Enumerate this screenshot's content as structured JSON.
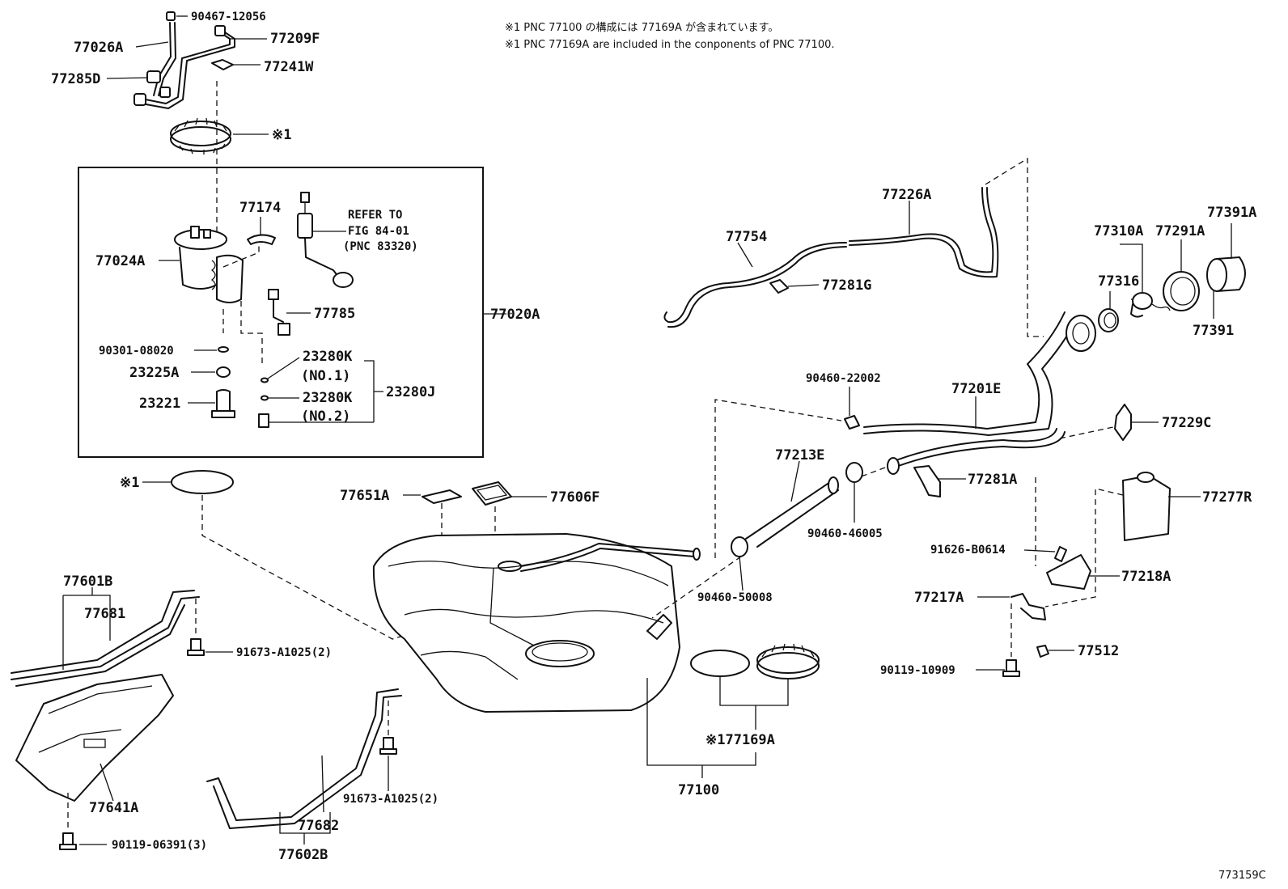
{
  "notes": {
    "line1": "※1 PNC 77100 の構成には 77169A が含まれています。",
    "line2": "※1 PNC 77169A are included in the conponents of PNC 77100."
  },
  "labels": {
    "p_90467_12056": "90467-12056",
    "p_77026A": "77026A",
    "p_77209F": "77209F",
    "p_77285D": "77285D",
    "p_77241W": "77241W",
    "ref_1_top": "※1",
    "p_77174": "77174",
    "refer_line1": "REFER TO",
    "refer_line2": "FIG 84-01",
    "refer_line3": "(PNC 83320)",
    "p_77024A": "77024A",
    "p_77785": "77785",
    "p_77020A": "77020A",
    "p_90301_08020": "90301-08020",
    "p_23280K_1": "23280K",
    "no1": "(NO.1)",
    "p_23225A": "23225A",
    "p_23280J": "23280J",
    "p_23221": "23221",
    "p_23280K_2": "23280K",
    "no2": "(NO.2)",
    "ref_1_left": "※1",
    "p_77651A": "77651A",
    "p_77606F": "77606F",
    "p_77754": "77754",
    "p_77226A": "77226A",
    "p_77281G": "77281G",
    "p_77310A": "77310A",
    "p_77291A": "77291A",
    "p_77391A": "77391A",
    "p_77316": "77316",
    "p_77391": "77391",
    "p_90460_22002": "90460-22002",
    "p_77201E": "77201E",
    "p_77229C": "77229C",
    "p_77213E": "77213E",
    "p_77281A": "77281A",
    "p_77277R": "77277R",
    "p_90460_46005": "90460-46005",
    "p_91626_B0614": "91626-B0614",
    "p_77218A": "77218A",
    "p_90460_50008": "90460-50008",
    "p_77217A": "77217A",
    "p_77512": "77512",
    "p_90119_10909": "90119-10909",
    "p_77601B": "77601B",
    "p_77681": "77681",
    "p_91673_A1025_a": "91673-A1025(2)",
    "p_77169A": "※177169A",
    "p_77641A": "77641A",
    "p_91673_A1025_b": "91673-A1025(2)",
    "p_77100": "77100",
    "p_77682": "77682",
    "p_90119_06391": "90119-06391(3)",
    "p_77602B": "77602B"
  },
  "figure_code": "773159C"
}
